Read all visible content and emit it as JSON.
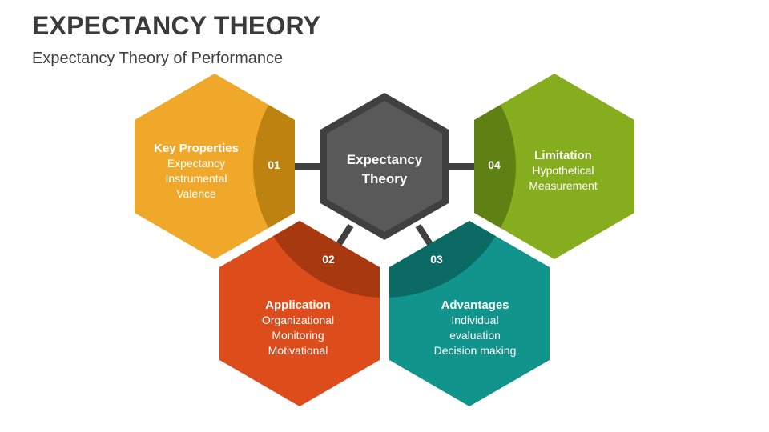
{
  "header": {
    "title": "EXPECTANCY THEORY",
    "subtitle": "Expectancy Theory of Performance"
  },
  "center": {
    "line1": "Expectancy",
    "line2": "Theory"
  },
  "colors": {
    "key_properties": "#F0A82B",
    "application": "#DD4D1C",
    "advantages": "#11948B",
    "limitation": "#86AD1D",
    "center": "#595959",
    "border": "#3f3f3f"
  },
  "nodes": [
    {
      "id": "key-properties",
      "number": "01",
      "heading": "Key Properties",
      "items": [
        "Expectancy",
        "Instrumental",
        "Valence"
      ]
    },
    {
      "id": "application",
      "number": "02",
      "heading": "Application",
      "items": [
        "Organizational",
        "Monitoring",
        "Motivational"
      ]
    },
    {
      "id": "advantages",
      "number": "03",
      "heading": "Advantages",
      "items": [
        "Individual",
        "evaluation",
        "Decision making"
      ]
    },
    {
      "id": "limitation",
      "number": "04",
      "heading": "Limitation",
      "items": [
        "Hypothetical",
        "Measurement"
      ]
    }
  ]
}
